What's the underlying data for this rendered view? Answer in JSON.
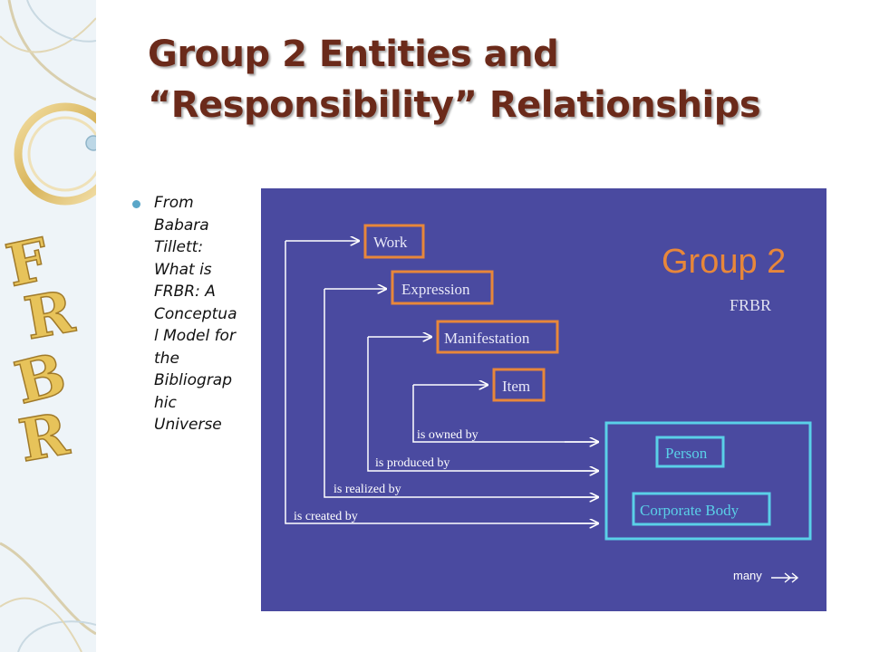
{
  "slide": {
    "title_line1": "Group 2 Entities and",
    "title_line2": "“Responsibility” Relationships",
    "bullet_text": "From Babara Tillett: What is FRBR: A Conceptual Model for the Bibliographic Universe"
  },
  "sidebar": {
    "logo_letters": [
      "F",
      "R",
      "B",
      "R"
    ]
  },
  "diagram": {
    "heading": "Group 2",
    "subheading": "FRBR",
    "group1_entities": [
      "Work",
      "Expression",
      "Manifestation",
      "Item"
    ],
    "group2_entities": [
      "Person",
      "Corporate Body"
    ],
    "relationships": [
      "is owned by",
      "is produced by",
      "is realized by",
      "is created by"
    ],
    "legend_label": "many",
    "colors": {
      "background": "#4a4aa0",
      "group1_border": "#e8873a",
      "group2_border": "#5ad0e8",
      "heading": "#e8873a",
      "title_text": "#6b2a1a",
      "bullet": "#5aa6c8"
    }
  }
}
